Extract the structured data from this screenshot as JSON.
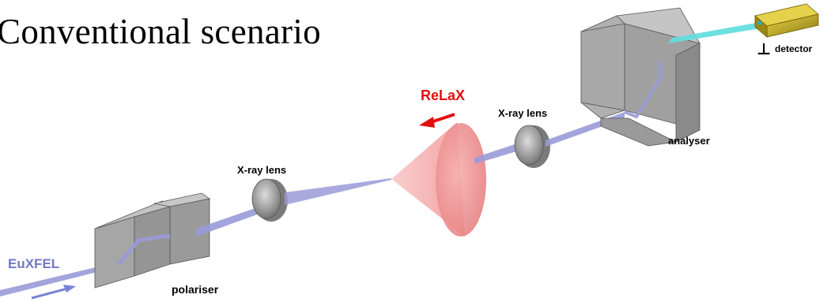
{
  "title": "Conventional scenario",
  "labels": {
    "source": "EuXFEL",
    "polariser": "polariser",
    "lens_left": "X-ray lens",
    "lens_right": "X-ray lens",
    "relax": "ReLaX",
    "analyser": "analyser",
    "detector_symbol": "⊥",
    "detector": "detector"
  },
  "colors": {
    "beam": "#9a9ad8",
    "beam_arrow": "#7b84d4",
    "source_label": "#7078c4",
    "relax": "#e01010",
    "cone": "#f39a9a",
    "crystal_front": "#a6a6a6",
    "crystal_side": "#8a8a8a",
    "crystal_top": "#c2c2c2",
    "detector_body": "#b8a020",
    "detector_beam": "#66dddd"
  }
}
